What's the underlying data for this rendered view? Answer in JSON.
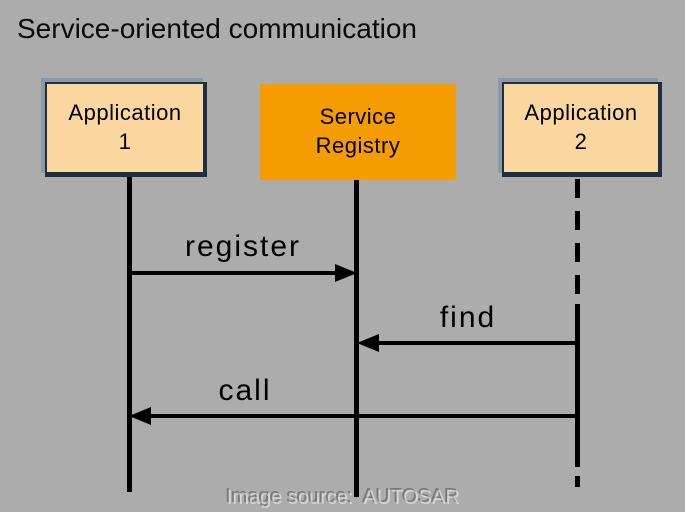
{
  "title": "Service-oriented communication",
  "diagram": {
    "type": "sequence-diagram",
    "actors": [
      {
        "id": "application-1",
        "label": "Application\n1",
        "fill": "#FBD7A0"
      },
      {
        "id": "service-registry",
        "label": "Service\nRegistry",
        "fill": "#F59C00"
      },
      {
        "id": "application-2",
        "label": "Application\n2",
        "fill": "#FBD7A0"
      }
    ],
    "messages": [
      {
        "label": "register",
        "from": "application-1",
        "to": "service-registry",
        "direction": "right"
      },
      {
        "label": "find",
        "from": "application-2",
        "to": "service-registry",
        "direction": "left"
      },
      {
        "label": "call",
        "from": "application-2",
        "to": "application-1",
        "direction": "left"
      }
    ]
  },
  "footer": {
    "watermark": "Image source:  AUTOSAR"
  },
  "colors": {
    "background": "#ACACAC",
    "application_box_fill": "#FBD7A0",
    "registry_box_fill": "#F59C00",
    "box_border": "#1E2F41",
    "box_shadow": "#8A99A9",
    "line_color": "#000000",
    "text_color": "#000000"
  }
}
